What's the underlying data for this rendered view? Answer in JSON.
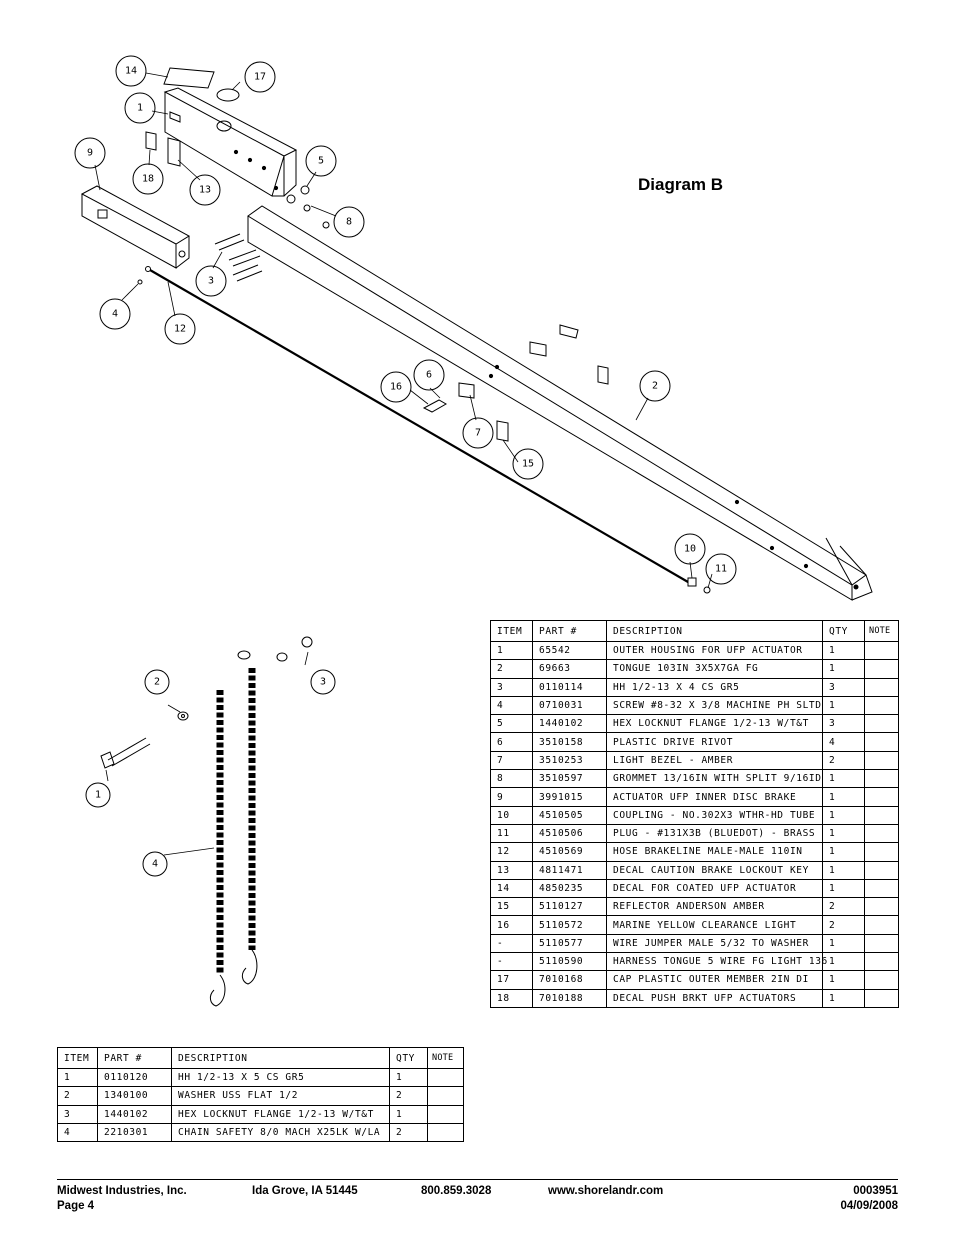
{
  "diagram_title": "Diagram B",
  "callouts_top": [
    "14",
    "17",
    "1",
    "9",
    "18",
    "13",
    "5",
    "8",
    "3",
    "4",
    "12",
    "16",
    "6",
    "7",
    "15",
    "2",
    "10",
    "11"
  ],
  "callouts_bottom": [
    "2",
    "3",
    "1",
    "4"
  ],
  "main_table": {
    "headers": [
      "ITEM",
      "PART #",
      "DESCRIPTION",
      "QTY",
      "NOTE"
    ],
    "rows": [
      [
        "1",
        "65542",
        "OUTER HOUSING FOR UFP ACTUATOR",
        "1",
        ""
      ],
      [
        "2",
        "69663",
        "TONGUE 103IN 3X5X7GA FG",
        "1",
        ""
      ],
      [
        "3",
        "0110114",
        "HH 1/2-13 X 4 CS GR5",
        "3",
        ""
      ],
      [
        "4",
        "0710031",
        "SCREW #8-32 X 3/8 MACHINE PH SLTD",
        "1",
        ""
      ],
      [
        "5",
        "1440102",
        "HEX LOCKNUT FLANGE 1/2-13 W/T&T",
        "3",
        ""
      ],
      [
        "6",
        "3510158",
        "PLASTIC DRIVE RIVOT",
        "4",
        ""
      ],
      [
        "7",
        "3510253",
        "LIGHT BEZEL - AMBER",
        "2",
        ""
      ],
      [
        "8",
        "3510597",
        "GROMMET 13/16IN  WITH SPLIT 9/16ID",
        "1",
        ""
      ],
      [
        "9",
        "3991015",
        "ACTUATOR UFP INNER  DISC BRAKE",
        "1",
        ""
      ],
      [
        "10",
        "4510505",
        "COUPLING - NO.302X3 WTHR-HD TUBE",
        "1",
        ""
      ],
      [
        "11",
        "4510506",
        "PLUG - #131X3B (BLUEDOT) - BRASS",
        "1",
        ""
      ],
      [
        "12",
        "4510569",
        "HOSE BRAKELINE MALE-MALE 110IN",
        "1",
        ""
      ],
      [
        "13",
        "4811471",
        "DECAL CAUTION BRAKE LOCKOUT KEY",
        "1",
        ""
      ],
      [
        "14",
        "4850235",
        "DECAL FOR COATED UFP ACTUATOR",
        "1",
        ""
      ],
      [
        "15",
        "5110127",
        "REFLECTOR ANDERSON AMBER",
        "2",
        ""
      ],
      [
        "16",
        "5110572",
        "MARINE YELLOW CLEARANCE LIGHT",
        "2",
        ""
      ],
      [
        "-",
        "5110577",
        "WIRE JUMPER MALE 5/32 TO WASHER",
        "1",
        ""
      ],
      [
        "-",
        "5110590",
        "HARNESS TONGUE 5 WIRE FG LIGHT 136",
        "1",
        ""
      ],
      [
        "17",
        "7010168",
        "CAP  PLASTIC OUTER MEMBER 2IN DI",
        "1",
        ""
      ],
      [
        "18",
        "7010188",
        "DECAL PUSH BRKT UFP ACTUATORS",
        "1",
        ""
      ]
    ]
  },
  "small_table": {
    "headers": [
      "ITEM",
      "PART #",
      "DESCRIPTION",
      "QTY",
      "NOTE"
    ],
    "rows": [
      [
        "1",
        "0110120",
        "HH 1/2-13 X 5 CS GR5",
        "1",
        ""
      ],
      [
        "2",
        "1340100",
        "WASHER USS FLAT 1/2",
        "2",
        ""
      ],
      [
        "3",
        "1440102",
        "HEX LOCKNUT FLANGE 1/2-13 W/T&T",
        "1",
        ""
      ],
      [
        "4",
        "2210301",
        "CHAIN SAFETY 8/0 MACH X25LK W/LA",
        "2",
        ""
      ]
    ]
  },
  "footer": {
    "company": "Midwest Industries, Inc.",
    "page": "Page 4",
    "city": "Ida Grove, IA  51445",
    "phone": "800.859.3028",
    "website": "www.shorelandr.com",
    "doc_number": "0003951",
    "date": "04/09/2008"
  }
}
